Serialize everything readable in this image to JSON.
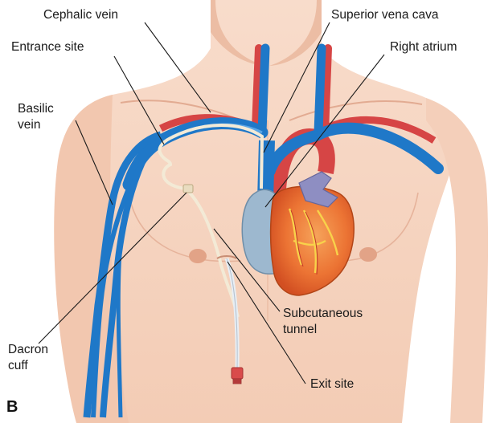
{
  "panel_letter": "B",
  "labels": {
    "cephalic_vein": "Cephalic vein",
    "superior_vena_cava": "Superior vena cava",
    "entrance_site": "Entrance site",
    "right_atrium": "Right atrium",
    "basilic_vein_l1": "Basilic",
    "basilic_vein_l2": "vein",
    "subcutaneous_tunnel_l1": "Subcutaneous",
    "subcutaneous_tunnel_l2": "tunnel",
    "dacron_cuff_l1": "Dacron",
    "dacron_cuff_l2": "cuff",
    "exit_site": "Exit site"
  },
  "colors": {
    "skin": "#f6d3bf",
    "skin_shadow": "#e9b79f",
    "vein": "#1f78c8",
    "vein_light": "#5aa6e6",
    "artery": "#d64545",
    "heart": "#e8632c",
    "heart_light": "#f39a52",
    "atrium": "#9db8cf",
    "pulmonary": "#8e8ec2",
    "catheter": "#f3ead6"
  }
}
